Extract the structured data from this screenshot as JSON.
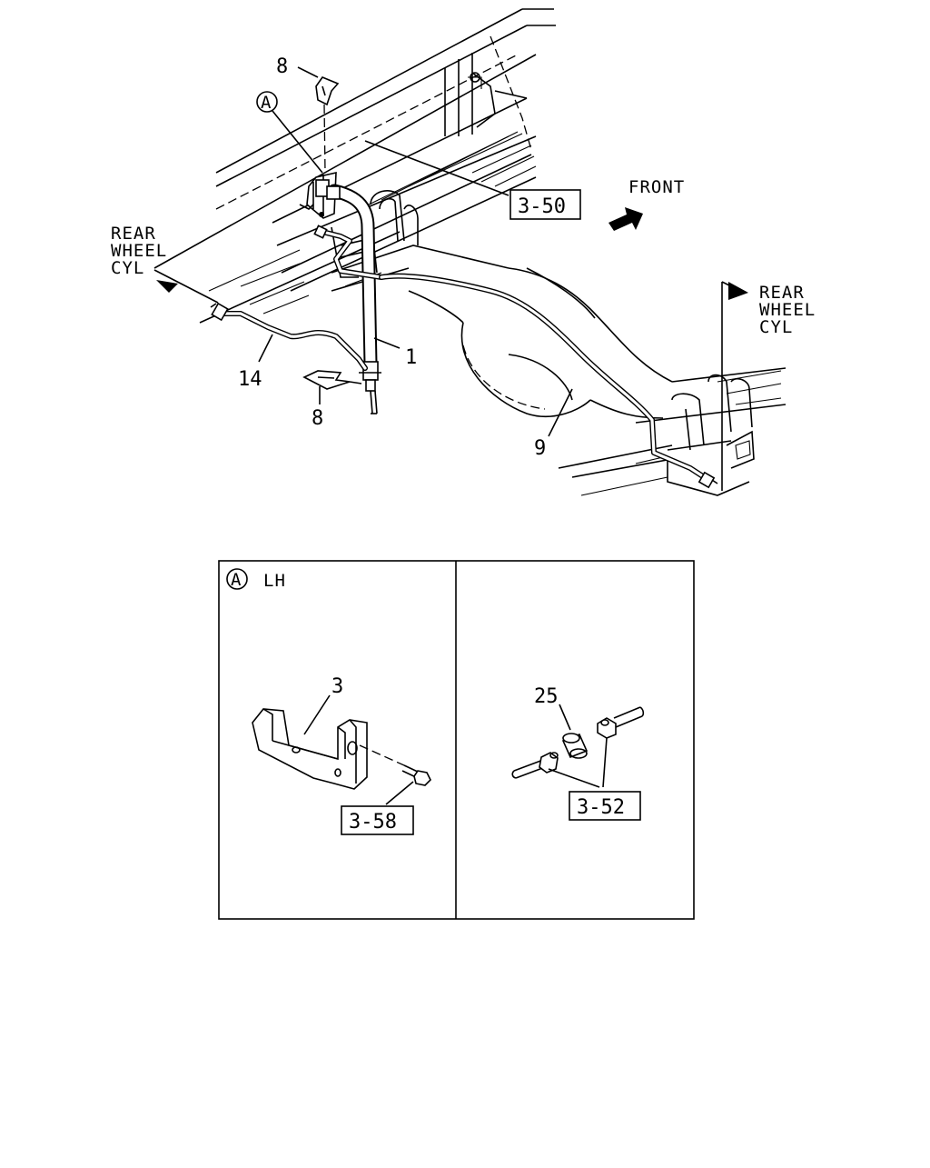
{
  "diagram": {
    "callouts": {
      "p8_top": "8",
      "detail_ref_top": "A",
      "p1": "1",
      "p14": "14",
      "p8_bottom": "8",
      "p9": "9"
    },
    "ref_boxes": {
      "r3_50": "3-50",
      "r3_58": "3-58",
      "r3_52": "3-52"
    },
    "direction": {
      "front": "FRONT"
    },
    "rear_left": {
      "line1": "REAR",
      "line2": "WHEEL",
      "line3": "CYL"
    },
    "rear_right": {
      "line1": "REAR",
      "line2": "WHEEL",
      "line3": "CYL"
    },
    "detail": {
      "ref_letter": "A",
      "side": "LH",
      "p3": "3",
      "p25": "25"
    }
  }
}
